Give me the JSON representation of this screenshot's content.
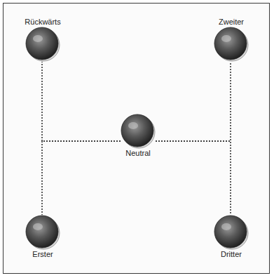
{
  "diagram": {
    "nodes": [
      {
        "text": [
          "Rückwärts"
        ]
      },
      {
        "text": [
          "Zweiter"
        ]
      },
      {
        "text": [
          "Neutral"
        ]
      },
      {
        "text": [
          "Erster"
        ]
      },
      {
        "text": [
          "Dritter"
        ]
      }
    ],
    "edges": [
      {
        "from": 2,
        "to": 0,
        "arrow": "none"
      },
      {
        "from": 2,
        "to": 3,
        "arrow": "none"
      },
      {
        "from": 2,
        "to": 1,
        "arrow": "none"
      },
      {
        "from": 2,
        "to": 4,
        "arrow": "none"
      }
    ]
  }
}
